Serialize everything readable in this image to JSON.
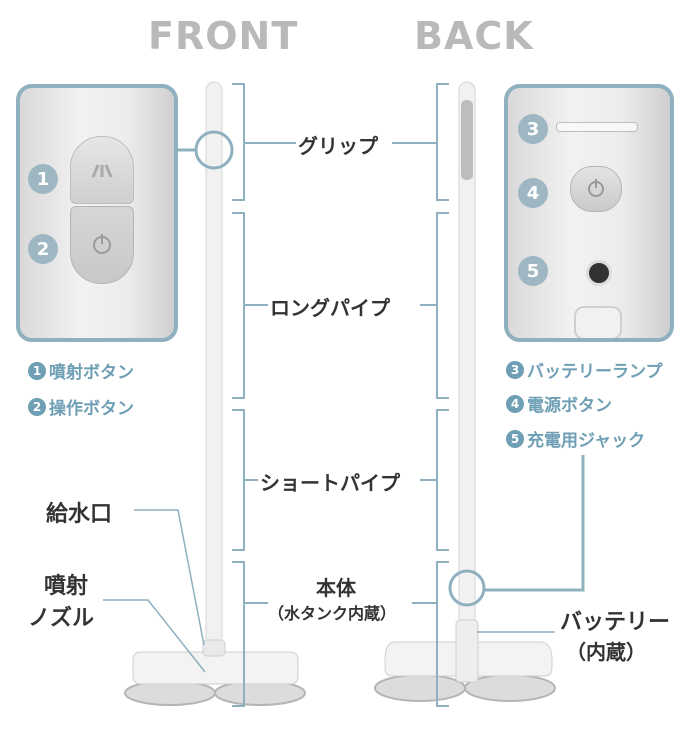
{
  "headings": {
    "front": "FRONT",
    "back": "BACK"
  },
  "parts": {
    "grip": "グリップ",
    "long_pipe": "ロングパイプ",
    "short_pipe": "ショートパイプ",
    "body": "本体",
    "body_sub": "（水タンク内蔵）",
    "water_inlet": "給水口",
    "nozzle_line1": "噴射",
    "nozzle_line2": "ノズル",
    "battery_line1": "バッテリー",
    "battery_line2": "（内蔵）"
  },
  "front_panel": {
    "numbers": [
      "1",
      "2"
    ],
    "legend": [
      {
        "num": "1",
        "text": "噴射ボタン"
      },
      {
        "num": "2",
        "text": "操作ボタン"
      }
    ]
  },
  "back_panel": {
    "numbers": [
      "3",
      "4",
      "5"
    ],
    "legend": [
      {
        "num": "3",
        "text": "バッテリーランプ"
      },
      {
        "num": "4",
        "text": "電源ボタン"
      },
      {
        "num": "5",
        "text": "充電用ジャック"
      }
    ]
  },
  "colors": {
    "accent": "#8fb0bf",
    "legend_text": "#6f9fb5",
    "heading": "#b9b9b9",
    "label": "#333333"
  }
}
